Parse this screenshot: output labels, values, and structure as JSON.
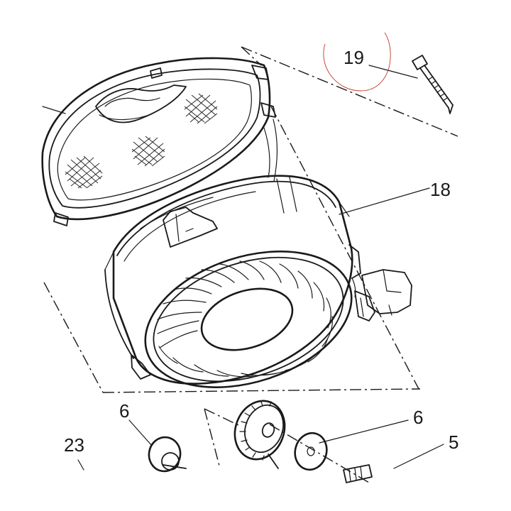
{
  "callouts": {
    "c19": "19",
    "c18": "18",
    "c6a": "6",
    "c6b": "6",
    "c5": "5",
    "c23": "23"
  },
  "colors": {
    "line": "#1a1a1a",
    "highlight_circle": "#c0392b",
    "background": "#ffffff"
  }
}
